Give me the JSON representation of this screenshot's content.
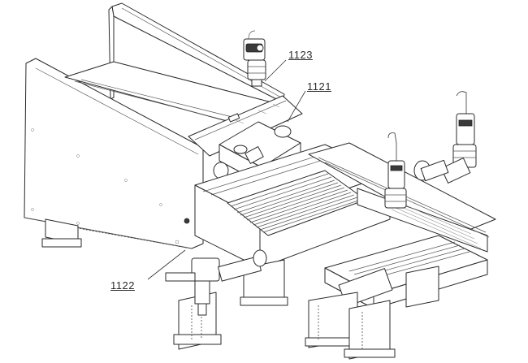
{
  "callouts": {
    "top": "1123",
    "upper_right": "1121",
    "lower_left": "1122"
  }
}
